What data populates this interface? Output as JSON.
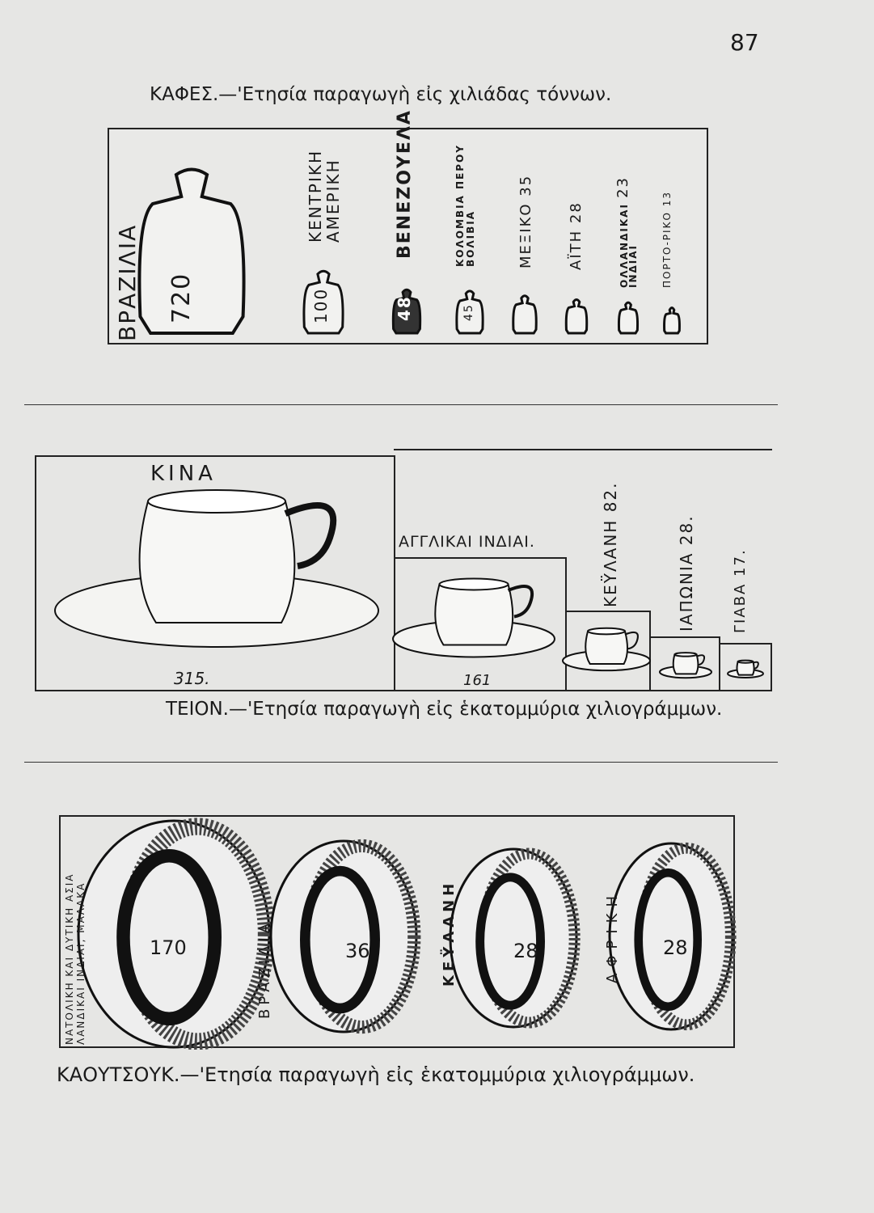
{
  "page_number": "87",
  "chart_data": [
    {
      "type": "pictogram",
      "title": "ΚΑΦΕΣ.—'Ετησία παραγωγὴ εἰς χιλιάδας τόννων.",
      "unit": "χιλιάδες τόννων",
      "categories": [
        "ΒΡΑΖΙΛΙΑ",
        "ΚΕΝΤΡΙΚΗ ΑΜΕΡΙΚΗ",
        "ΒΕΝΕΖΟΥΕΛΑ",
        "ΚΟΛΟΜΒΙΑ ΠΕΡΟΥ ΒΟΛΙΒΙΑ",
        "ΜΕΞΙΚΟ",
        "ΑΪΤΗ",
        "ΟΛΛΑΝΔΙΚΑΙ ΙΝΔΙΑΙ",
        "ΠΟΡΤΟ-ΡΙΚΟ"
      ],
      "values": [
        720,
        100,
        48,
        45,
        35,
        28,
        23,
        13
      ],
      "value_labels": [
        "720",
        "100",
        "48",
        "45",
        "35",
        "28",
        "23",
        "13"
      ]
    },
    {
      "type": "pictogram",
      "title": "ΤΕΙΟΝ.—'Ετησία παραγωγὴ εἰς ἑκατομμύρια χιλιογράμμων.",
      "unit": "ἑκατομμύρια χιλιογράμμων",
      "categories": [
        "ΚΙΝΑ",
        "ΑΓΓΛΙΚΑΙ ΙΝΔΙΑΙ.",
        "ΚΕΫΛΑΝΗ",
        "ΙΑΠΩΝΙΑ",
        "ΓΙΑΒΑ"
      ],
      "values": [
        315,
        161,
        82,
        28,
        17
      ],
      "value_labels": [
        "315.",
        "161",
        "82.",
        "28.",
        "17."
      ]
    },
    {
      "type": "pictogram",
      "title": "ΚΑΟΥΤΣΟΥΚ.—'Ετησία παραγωγὴ εἰς ἑκατομμύρια χιλιογράμμων.",
      "unit": "ἑκατομμύρια χιλιογράμμων",
      "categories": [
        "ΑΝΑΤΟΛΙΚΗ ΚΑΙ ΔΥΤΙΚΗ ΑΣΙΑ, ΟΛΛΑΝΔΙΚΑΙ ΙΝΔΙΑΙ, ΜΑΛΑΚΑ",
        "ΒΡΑΖΙΛΙΑ",
        "ΚΕΫΛΑΝΗ",
        "ΑΦΡΙΚΗ"
      ],
      "category_lines": [
        [
          "ΝΑΤΟΛΙΚΗ ΚΑΙ ΔΥΤΙΚΗ ΑΣΙΑ",
          "ΛΑΝΔΙΚΑΙ ΙΝΔΙΑΙ, ΜΑΛΑΚΑ"
        ]
      ],
      "values": [
        170,
        36,
        28,
        28
      ],
      "value_labels": [
        "170",
        "36",
        "28",
        "28"
      ]
    }
  ],
  "coffee_label_lines": {
    "central_america": [
      "ΚΕΝΤΡΙΚΗ",
      "ΑΜΕΡΙΚΗ"
    ],
    "colombia": [
      "ΚΟΛΟΜΒΙΑ ΠΕΡΟΥ",
      "ΒΟΛΙΒΙΑ"
    ],
    "dutch": [
      "ΟΛΛΑΝΔΙΚΑΙ",
      "ΙΝΔΙΑΙ"
    ]
  }
}
